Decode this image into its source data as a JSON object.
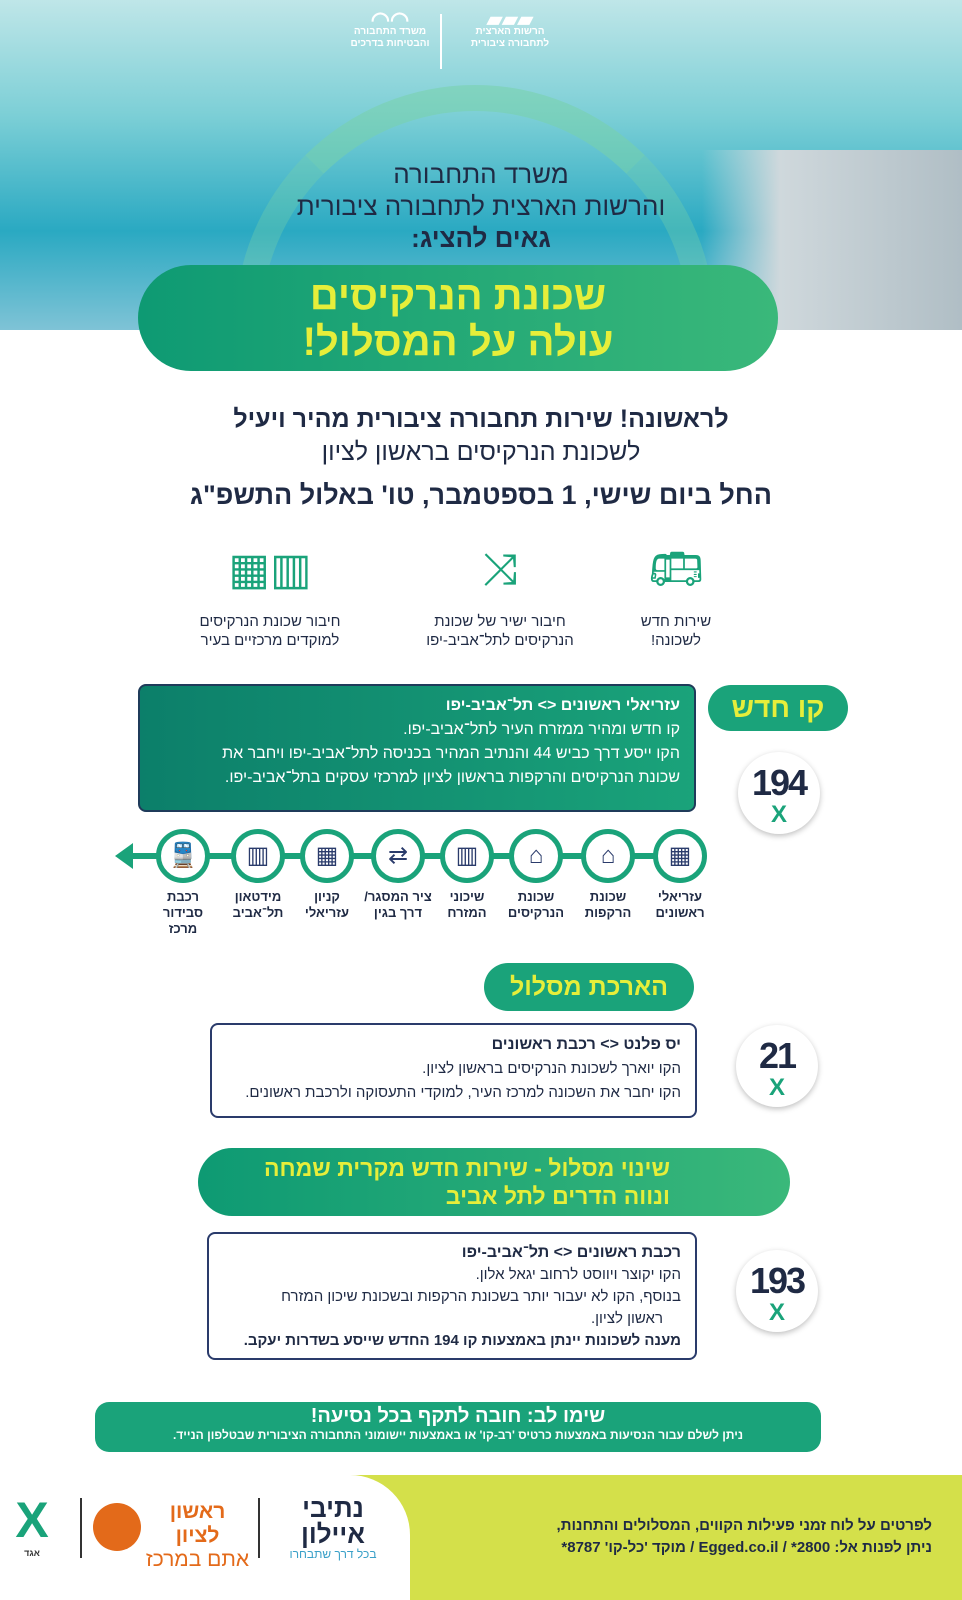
{
  "header": {
    "logo_left": "משרד התחבורה והבטיחות בדרכים",
    "logo_right": "הרשות הארצית לתחבורה ציבורית",
    "title_line1": "משרד התחבורה",
    "title_line2": "והרשות הארצית לתחבורה ציבורית",
    "title_line3": "גאים להציג:",
    "headline_line1": "שכונת הנרקיסים",
    "headline_line2": "עולה על המסלול!"
  },
  "intro": {
    "line1": "לראשונה! שירות תחבורה ציבורית מהיר ויעיל",
    "line2": "לשכונת הנרקיסים בראשון לציון",
    "date": "החל ביום שישי, 1 בספטמבר, טו' באלול התשפ\"ג"
  },
  "features": [
    {
      "icon": "bus-icon",
      "line1": "שירות חדש",
      "line2": "לשכונה!"
    },
    {
      "icon": "route-icon",
      "line1": "חיבור ישיר של שכונת",
      "line2": "הנרקיסים לתל־אביב-יפו"
    },
    {
      "icon": "buildings-icon",
      "line1": "חיבור שכונת הנרקיסים",
      "line2": "למוקדים מרכזיים בעיר"
    }
  ],
  "new_line": {
    "tag": "קו חדש",
    "number": "194",
    "operator": "X",
    "title": "עזריאלי ראשונים <> תל־אביב-יפו",
    "line1": "קו חדש ומהיר ממזרח העיר לתל־אביב-יפו.",
    "line2": "הקו ייסע דרך כביש 44 והנתיב המהיר בכניסה לתל־אביב-יפו ויחבר את",
    "line3": "שכונת הנרקיסים והרקפות בראשון לציון למרכזי עסקים בתל־אביב-יפו.",
    "stops": [
      {
        "l1": "עזריאלי",
        "l2": "ראשונים",
        "icon": "mall-icon",
        "g": "▦"
      },
      {
        "l1": "שכונת",
        "l2": "הרקפות",
        "icon": "house-icon",
        "g": "⌂"
      },
      {
        "l1": "שכונת",
        "l2": "הנרקיסים",
        "icon": "house-icon",
        "g": "⌂"
      },
      {
        "l1": "שיכוני",
        "l2": "המזרח",
        "icon": "building-icon",
        "g": "▥"
      },
      {
        "l1": "ציר המסגר/",
        "l2": "דרך בגין",
        "icon": "arrows-icon",
        "g": "⇄"
      },
      {
        "l1": "קניון",
        "l2": "עזריאלי",
        "icon": "mall-icon",
        "g": "▦"
      },
      {
        "l1": "מידטאון",
        "l2": "תל־אביב",
        "icon": "tower-icon",
        "g": "▥"
      },
      {
        "l1": "רכבת סבידור",
        "l2": "מרכז",
        "icon": "train-icon",
        "g": "🚆"
      }
    ]
  },
  "extension": {
    "tag": "הארכת מסלול",
    "number": "21",
    "operator": "X",
    "title": "יס פלנט <> רכבת ראשונים",
    "line1": "הקו יוארך לשכונת הנרקיסים בראשון לציון.",
    "line2": "הקו יחבר את השכונה למרכז העיר, למוקדי התעסוקה ולרכבת ראשונים."
  },
  "change": {
    "tag_line1": "שינוי מסלול - שירות חדש מקרית שמחה",
    "tag_line2": "ונווה הדרים לתל אביב",
    "number": "193",
    "operator": "X",
    "title": "רכבת ראשונים <> תל־אביב-יפו",
    "line1": "הקו יקוצר ויווסט לרחוב יגאל אלון.",
    "line2": "בנוסף, הקו לא יעבור יותר בשכונת הרקפות ובשכונת שיכון המזרח",
    "line3": "ראשון לציון.",
    "line4": "מענה לשכונות יינתן באמצעות קו 194 החדש שייסע בשדרות יעקב."
  },
  "notice": {
    "title": "שימו לב: חובה לתקף בכל נסיעה!",
    "text": "ניתן לשלם עבור הנסיעות באמצעות כרטיס 'רב-קו' או באמצעות יישומוני התחבורה הציבורית שבטלפון הנייד."
  },
  "footer": {
    "line1": "לפרטים על לוח זמני פעילות הקווים, המסלולים והתחנות,",
    "line2": "ניתן לפנות אל: 2800* / Egged.co.il / מוקד 'כל-קו' 8787*",
    "ayalon1": "נתיבי",
    "ayalon2": "איילון",
    "ayalon_tag": "בכל דרך שתבחרו",
    "rishon1": "ראשון לציון",
    "rishon2": "אתם במרכז",
    "egged": "X",
    "egged_small": "אגד"
  },
  "colors": {
    "green": "#1aa37a",
    "navy": "#1f2a44",
    "lime": "#d4e04a",
    "yellow": "#e6ee3a"
  }
}
